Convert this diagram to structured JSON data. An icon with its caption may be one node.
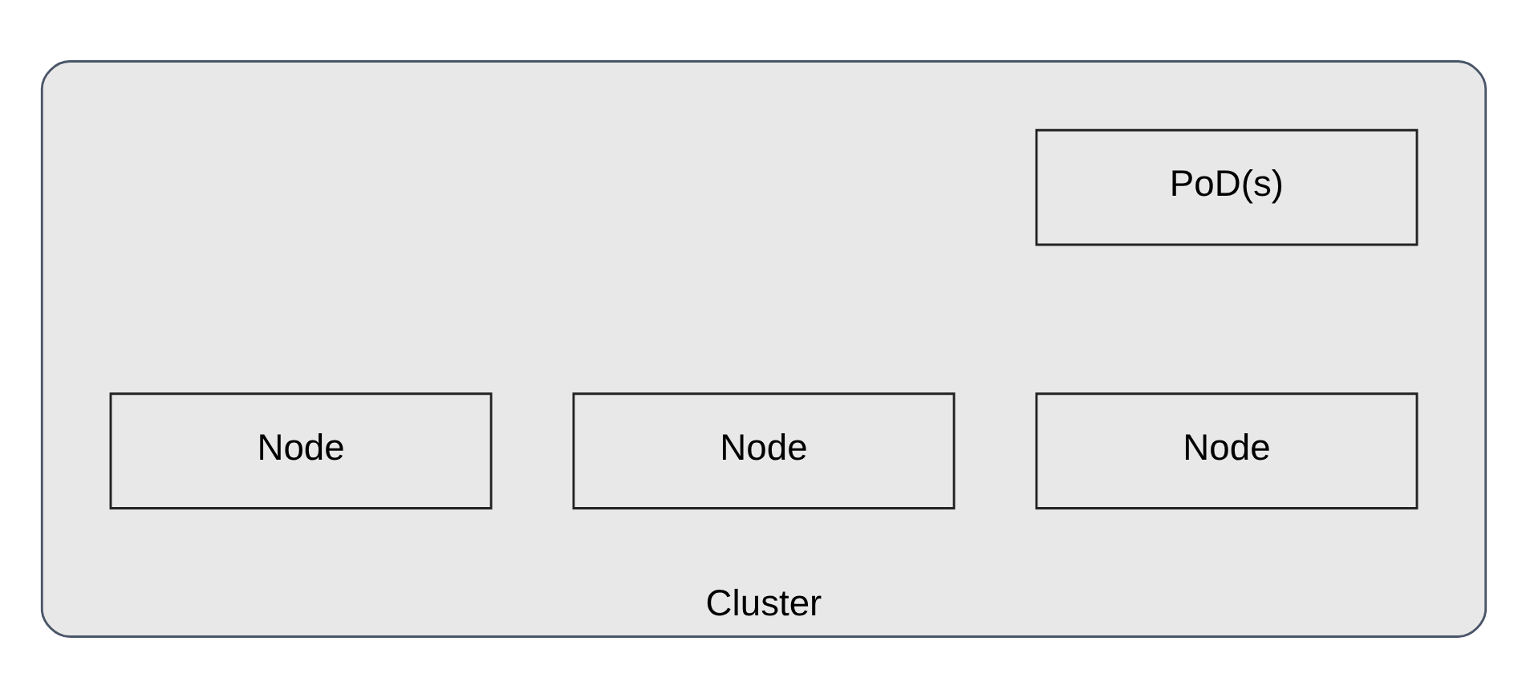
{
  "diagram": {
    "nodes": [
      {
        "text": [
          "Cluster"
        ]
      },
      {
        "text": [
          "PoD(s)"
        ],
        "in": 0
      },
      {
        "text": [
          "Node"
        ],
        "in": 0
      },
      {
        "text": [
          "Node"
        ],
        "in": 0
      },
      {
        "text": [
          "Node"
        ],
        "in": 0
      }
    ]
  }
}
